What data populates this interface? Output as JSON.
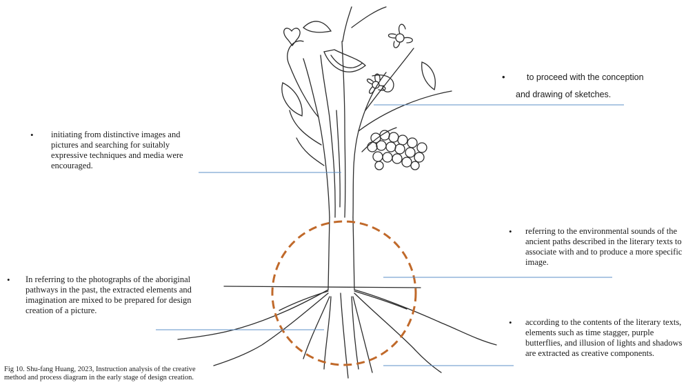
{
  "annotations": {
    "sketches": {
      "line1": "to proceed with the conception",
      "line2": "and drawing of sketches."
    },
    "initiating": "initiating from distinctive images and pictures and searching for suitably expressive techniques and media were encouraged.",
    "environmental": "referring to the environmental sounds of the ancient paths described in the literary texts to associate with and to produce a more specific image.",
    "photographs": "In referring to the photographs of the aboriginal pathways in the past, the extracted elements and imagination are mixed to be prepared for design creation of a picture.",
    "contents": "according to the contents of the literary texts, elements such as time stagger, purple butterflies, and illusion of lights and shadows are extracted as creative components."
  },
  "bullet_symbol": "•",
  "caption": {
    "line1": "Fig 10. Shu-fang Huang, 2023, Instruction analysis of the creative",
    "line2": "method and process diagram in the early stage of design creation."
  },
  "colors": {
    "leader_line": "#5b8fc7",
    "circle": "#c0692a",
    "sketch": "#2b2b2b"
  }
}
